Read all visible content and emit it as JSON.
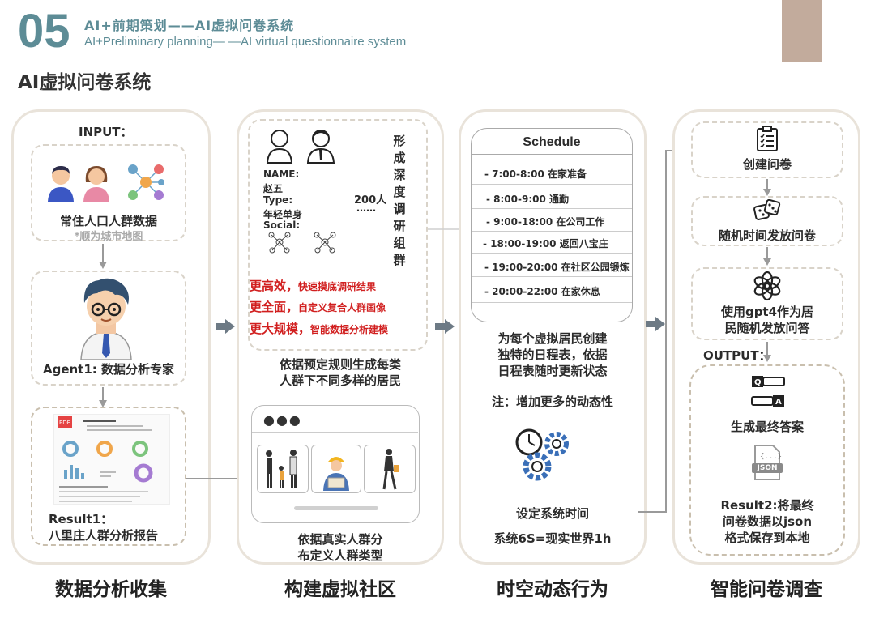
{
  "header": {
    "number": "05",
    "title_cn": "AI+前期策划——AI虚拟问卷系统",
    "title_en": "AI+Preliminary planning— —AI virtual questionnaire system",
    "section_title": "AI虚拟问卷系统"
  },
  "colors": {
    "accent": "#5d8c96",
    "tab": "#c2ab9c",
    "border": "#e9e3da",
    "red": "#d11f1f"
  },
  "col1": {
    "input_label": "INPUT：",
    "data_title": "常住人口人群数据",
    "data_note": "*顺为城市地图",
    "agent_label": "Agent1: 数据分析专家",
    "result_title": "Result1：",
    "result_desc": "八里庄人群分析报告",
    "caption": "数据分析收集"
  },
  "col2": {
    "name_label": "NAME:",
    "name_value": "赵五",
    "type_label": "Type:",
    "type_value": "年轻单身",
    "social_label": "Social:",
    "count": "200人",
    "dots": "……",
    "vertical_text": [
      "形",
      "成",
      "深",
      "度",
      "调",
      "研",
      "组",
      "群"
    ],
    "benefits": [
      {
        "title": "更高效，",
        "desc": "快速摸底调研结果"
      },
      {
        "title": "更全面，",
        "desc": "自定义复合人群画像"
      },
      {
        "title": "更大规模，",
        "desc": "智能数据分析建模"
      }
    ],
    "rule_desc_1": "依据预定规则生成每类",
    "rule_desc_2": "人群下不同多样的居民",
    "real_desc_1": "依据真实人群分",
    "real_desc_2": "布定义人群类型",
    "caption": "构建虚拟社区"
  },
  "col3": {
    "schedule_title": "Schedule",
    "schedule": [
      "- 7:00-8:00 在家准备",
      "- 8:00-9:00 通勤",
      "- 9:00-18:00 在公司工作",
      "- 18:00-19:00 返回八宝庄",
      "- 19:00-20:00 在社区公园锻炼",
      "- 20:00-22:00 在家休息"
    ],
    "desc_1": "为每个虚拟居民创建",
    "desc_2": "独特的日程表，依据",
    "desc_3": "日程表随时更新状态",
    "note": "注：增加更多的动态性",
    "time_1": "设定系统时间",
    "time_2": "系统6S=现实世界1h",
    "caption": "时空动态行为"
  },
  "col4": {
    "step1": "创建问卷",
    "step2": "随机时间发放问卷",
    "step3_1": "使用gpt4作为居",
    "step3_2": "民随机发放问答",
    "output_label": "OUTPUT：",
    "step4": "生成最终答案",
    "json_label": "JSON",
    "result_1": "Result2:将最终",
    "result_2": "问卷数据以json",
    "result_3": "格式保存到本地",
    "caption": "智能问卷调查"
  }
}
